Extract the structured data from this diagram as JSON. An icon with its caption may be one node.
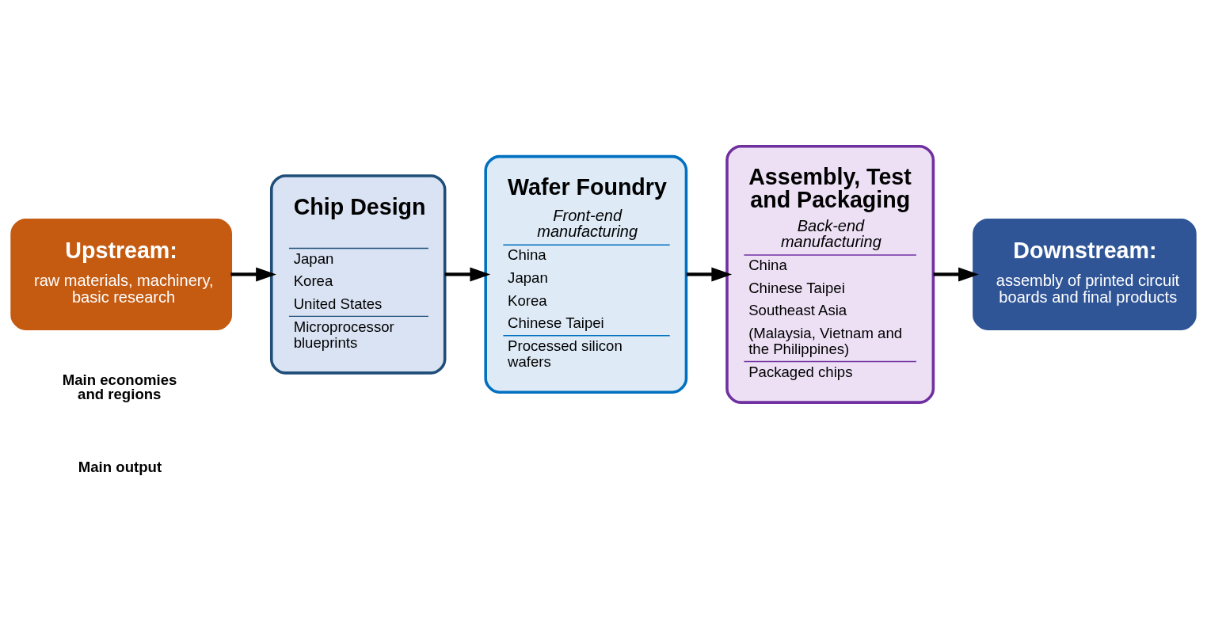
{
  "diagram": {
    "nodes": [
      {
        "text": [
          "Upstream:",
          "raw materials, machinery, basic research"
        ]
      },
      {
        "text": [
          "Chip Design",
          "Japan",
          "Korea",
          "United States",
          "Microprocessor blueprints"
        ]
      },
      {
        "text": [
          "Wafer Foundry",
          "Front-end manufacturing",
          "China",
          "Japan",
          "Korea",
          "Chinese Taipei",
          "Processed silicon wafers"
        ]
      },
      {
        "text": [
          "Assembly, Test and Packaging",
          "Back-end manufacturing",
          "China",
          "Chinese Taipei",
          "Southeast Asia",
          "(Malaysia, Vietnam and the Philippines)",
          "Packaged chips"
        ]
      },
      {
        "text": [
          "Downstream:",
          "assembly of printed circuit boards and final products"
        ]
      }
    ],
    "edges": [
      {
        "from": 0,
        "to": 1,
        "arrow": "to"
      },
      {
        "from": 1,
        "to": 2,
        "arrow": "to"
      },
      {
        "from": 2,
        "to": 3,
        "arrow": "to"
      },
      {
        "from": 3,
        "to": 4,
        "arrow": "to"
      }
    ],
    "labels": [
      "Main economies and regions",
      "Main output"
    ]
  }
}
